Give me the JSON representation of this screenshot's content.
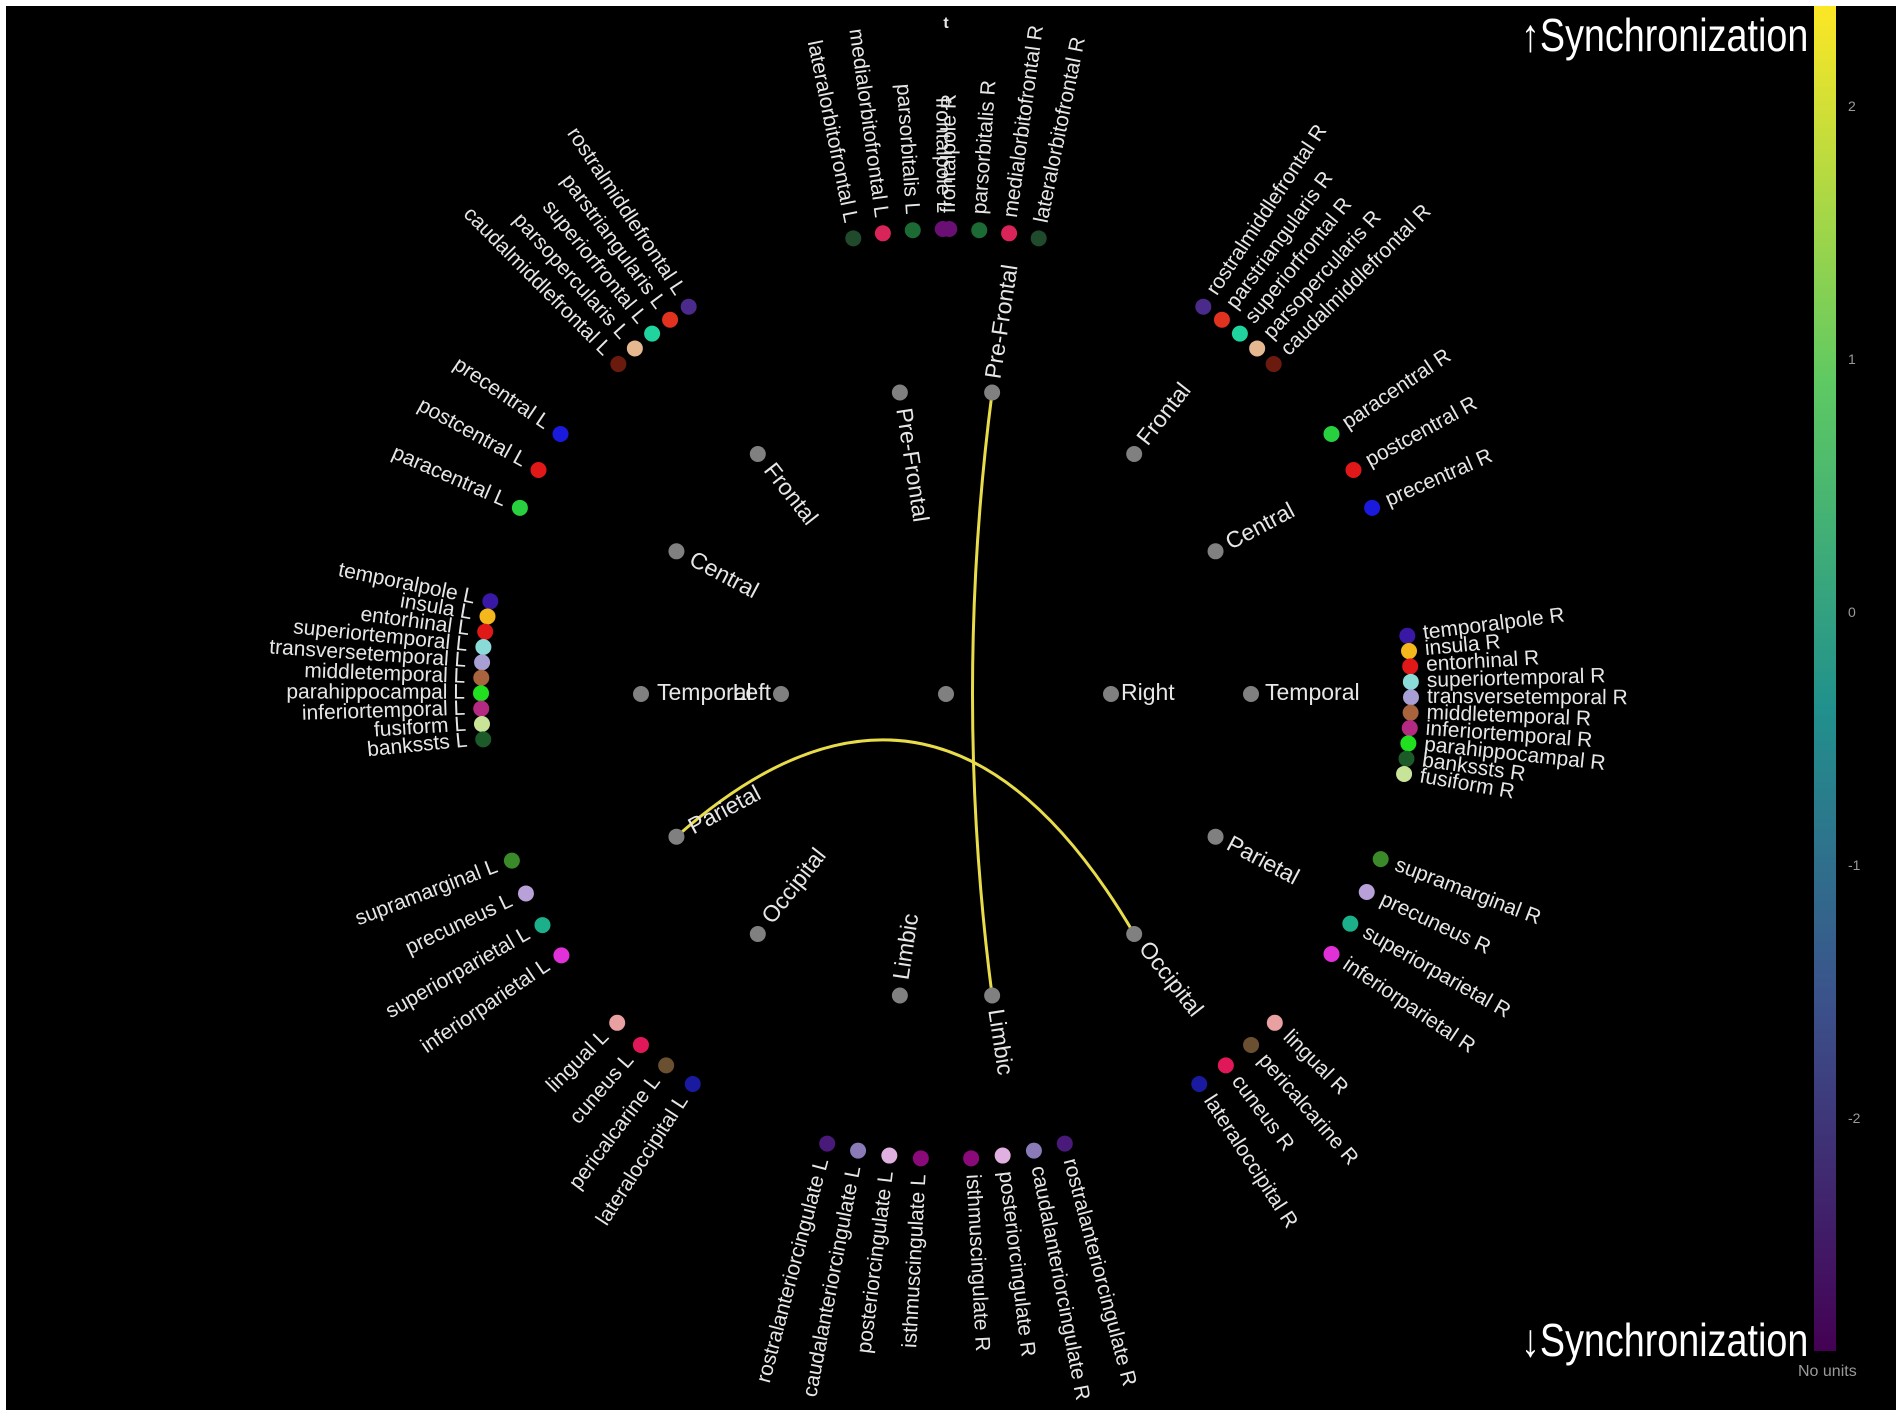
{
  "title": "t",
  "sync_up_label": "↑Synchronization",
  "sync_down_label": "↓Synchronization",
  "colorbar": {
    "ticks": [
      "2",
      "1",
      "0",
      "-1",
      "-2"
    ],
    "units": "No units",
    "colors": [
      "#fde725",
      "#5ec962",
      "#21918c",
      "#3b528b",
      "#440154"
    ]
  },
  "center_node_color": "#808080",
  "connection_color": "#e8dc4a",
  "hemispheres": [
    {
      "id": "left",
      "label": "Left"
    },
    {
      "id": "right",
      "label": "Right"
    }
  ],
  "groups": [
    {
      "id": "PF_L",
      "label": "Pre-Frontal"
    },
    {
      "id": "F_L",
      "label": "Frontal"
    },
    {
      "id": "C_L",
      "label": "Central"
    },
    {
      "id": "T_L",
      "label": "Temporal"
    },
    {
      "id": "P_L",
      "label": "Parietal"
    },
    {
      "id": "O_L",
      "label": "Occipital"
    },
    {
      "id": "L_L",
      "label": "Limbic"
    },
    {
      "id": "PF_R",
      "label": "Pre-Frontal"
    },
    {
      "id": "F_R",
      "label": "Frontal"
    },
    {
      "id": "C_R",
      "label": "Central"
    },
    {
      "id": "T_R",
      "label": "Temporal"
    },
    {
      "id": "P_R",
      "label": "Parietal"
    },
    {
      "id": "O_R",
      "label": "Occipital"
    },
    {
      "id": "L_R",
      "label": "Limbic"
    }
  ],
  "regions": [
    {
      "label": "lateralorbitofrontal L",
      "color": "#1f4a2c"
    },
    {
      "label": "medialorbitofrontal L",
      "color": "#d9245a"
    },
    {
      "label": "parsorbitalis L",
      "color": "#1c6b34"
    },
    {
      "label": "frontalpole L",
      "color": "#6a0f73"
    },
    {
      "label": "rostralmiddlefrontal L",
      "color": "#4a2a8a"
    },
    {
      "label": "parstriangularis L",
      "color": "#e0321e"
    },
    {
      "label": "superiorfrontal L",
      "color": "#20d4a0"
    },
    {
      "label": "parsopercularis L",
      "color": "#e6b890"
    },
    {
      "label": "caudalmiddlefrontal L",
      "color": "#6b1a0e"
    },
    {
      "label": "precentral L",
      "color": "#1a1adc"
    },
    {
      "label": "postcentral L",
      "color": "#e01818"
    },
    {
      "label": "paracentral L",
      "color": "#28d040"
    },
    {
      "label": "temporalpole L",
      "color": "#3a18a6"
    },
    {
      "label": "insula L",
      "color": "#f4b81c"
    },
    {
      "label": "entorhinal L",
      "color": "#e01818"
    },
    {
      "label": "superiortemporal L",
      "color": "#8adad8"
    },
    {
      "label": "transversetemporal L",
      "color": "#a8a0d4"
    },
    {
      "label": "middletemporal L",
      "color": "#a8643c"
    },
    {
      "label": "parahippocampal L",
      "color": "#20e020"
    },
    {
      "label": "inferiortemporal L",
      "color": "#b42a82"
    },
    {
      "label": "fusiform L",
      "color": "#c8e498"
    },
    {
      "label": "bankssts L",
      "color": "#1c5a2a"
    },
    {
      "label": "supramarginal L",
      "color": "#3a8a2a"
    },
    {
      "label": "precuneus L",
      "color": "#b8a0d8"
    },
    {
      "label": "superiorparietal L",
      "color": "#1cb08a"
    },
    {
      "label": "inferiorparietal L",
      "color": "#e030d8"
    },
    {
      "label": "lingual L",
      "color": "#e8a0a0"
    },
    {
      "label": "cuneus L",
      "color": "#e0185a"
    },
    {
      "label": "pericalcarine L",
      "color": "#6a5030"
    },
    {
      "label": "lateraloccipital L",
      "color": "#1a1aa0"
    },
    {
      "label": "rostralanteriorcingulate L",
      "color": "#4a1a7a"
    },
    {
      "label": "caudalanteriorcingulate L",
      "color": "#8a7ab8"
    },
    {
      "label": "posteriorcingulate L",
      "color": "#e0b0e0"
    },
    {
      "label": "isthmuscingulate L",
      "color": "#8a0a7a"
    },
    {
      "label": "isthmuscingulate R",
      "color": "#8a0a7a"
    },
    {
      "label": "posteriorcingulate R",
      "color": "#e0b0e0"
    },
    {
      "label": "caudalanteriorcingulate R",
      "color": "#8a7ab8"
    },
    {
      "label": "rostralanteriorcingulate R",
      "color": "#4a1a7a"
    },
    {
      "label": "lateraloccipital R",
      "color": "#1a1aa0"
    },
    {
      "label": "cuneus R",
      "color": "#e0185a"
    },
    {
      "label": "pericalcarine R",
      "color": "#6a5030"
    },
    {
      "label": "lingual R",
      "color": "#e8a0a0"
    },
    {
      "label": "inferiorparietal R",
      "color": "#e030d8"
    },
    {
      "label": "superiorparietal R",
      "color": "#1cb08a"
    },
    {
      "label": "precuneus R",
      "color": "#b8a0d8"
    },
    {
      "label": "supramarginal R",
      "color": "#3a8a2a"
    },
    {
      "label": "temporalpole R",
      "color": "#3a18a6"
    },
    {
      "label": "insula R",
      "color": "#f4b81c"
    },
    {
      "label": "entorhinal R",
      "color": "#e01818"
    },
    {
      "label": "superiortemporal R",
      "color": "#8adad8"
    },
    {
      "label": "transversetemporal R",
      "color": "#a8a0d4"
    },
    {
      "label": "middletemporal R",
      "color": "#a8643c"
    },
    {
      "label": "inferiortemporal R",
      "color": "#b42a82"
    },
    {
      "label": "parahippocampal R",
      "color": "#20e020"
    },
    {
      "label": "bankssts R",
      "color": "#1c5a2a"
    },
    {
      "label": "fusiform R",
      "color": "#c8e498"
    },
    {
      "label": "precentral R",
      "color": "#1a1adc"
    },
    {
      "label": "postcentral R",
      "color": "#e01818"
    },
    {
      "label": "paracentral R",
      "color": "#28d040"
    },
    {
      "label": "rostralmiddlefrontal R",
      "color": "#4a2a8a"
    },
    {
      "label": "parstriangularis R",
      "color": "#e0321e"
    },
    {
      "label": "superiorfrontal R",
      "color": "#20d4a0"
    },
    {
      "label": "parsopercularis R",
      "color": "#e6b890"
    },
    {
      "label": "caudalmiddlefrontal R",
      "color": "#6b1a0e"
    },
    {
      "label": "frontalpole R",
      "color": "#6a0f73"
    },
    {
      "label": "parsorbitalis R",
      "color": "#1c6b34"
    },
    {
      "label": "medialorbitofrontal R",
      "color": "#d9245a"
    },
    {
      "label": "lateralorbitofrontal R",
      "color": "#1f4a2c"
    }
  ],
  "connections": [
    {
      "from": "PF_R",
      "to": "L_R",
      "value": 2.4
    },
    {
      "from": "P_L",
      "to": "O_R",
      "value": 2.4
    }
  ]
}
